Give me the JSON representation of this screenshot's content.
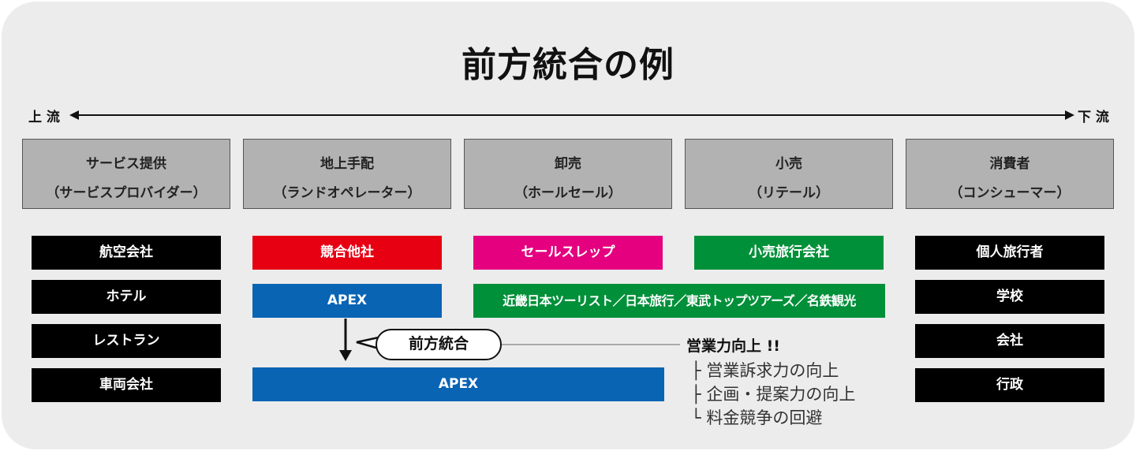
{
  "title": "前方統合の例",
  "axis": {
    "left": "上 流",
    "right": "下 流"
  },
  "stages": [
    {
      "line1": "サービス提供",
      "line2": "（サービスプロバイダー）"
    },
    {
      "line1": "地上手配",
      "line2": "（ランドオペレーター）"
    },
    {
      "line1": "卸売",
      "line2": "（ホールセール）"
    },
    {
      "line1": "小売",
      "line2": "（リテール）"
    },
    {
      "line1": "消費者",
      "line2": "（コンシューマー）"
    }
  ],
  "providers": [
    "航空会社",
    "ホテル",
    "レストラン",
    "車両会社"
  ],
  "land": {
    "competitor": "競合他社",
    "apex_before": "APEX",
    "apex_after": "APEX"
  },
  "wholesale": {
    "sales_rep": "セールスレップ",
    "agencies": "近畿日本ツーリスト／日本旅行／東武トップツアーズ／名鉄観光"
  },
  "retail": {
    "agency": "小売旅行会社"
  },
  "consumers": [
    "個人旅行者",
    "学校",
    "会社",
    "行政"
  ],
  "integration": {
    "label": "前方統合"
  },
  "effects": {
    "title": "営業力向上 !!",
    "items": [
      "├ 営業訴求力の向上",
      "├ 企画・提案力の向上",
      "└ 料金競争の回避"
    ]
  },
  "colors": {
    "competitor": "#e60012",
    "sales_rep": "#e4007f",
    "retail": "#009039",
    "apex": "#0a64b4",
    "provider": "#000000",
    "stage": "#b2b2b2"
  }
}
